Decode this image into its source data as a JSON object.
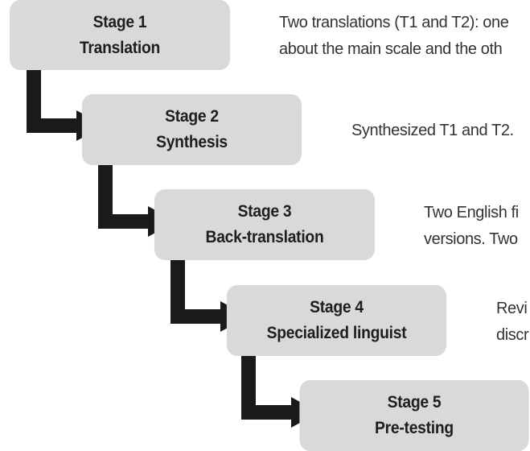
{
  "stages": [
    {
      "number_label": "Stage 1",
      "name": "Translation",
      "description": [
        "Two translations (T1 and T2): one",
        "about the main scale and the oth"
      ]
    },
    {
      "number_label": "Stage 2",
      "name": "Synthesis",
      "description": [
        "Synthesized T1 and T2."
      ]
    },
    {
      "number_label": "Stage 3",
      "name": "Back-translation",
      "description": [
        "Two English fi",
        "versions. Two"
      ]
    },
    {
      "number_label": "Stage 4",
      "name": "Specialized linguist",
      "description": [
        "Revi",
        "discr"
      ]
    },
    {
      "number_label": "Stage 5",
      "name": "Pre-testing",
      "description": []
    }
  ],
  "colors": {
    "box_fill": "#d9d9d9",
    "arrow": "#1a1a1a",
    "text": "#1e1e1e"
  }
}
